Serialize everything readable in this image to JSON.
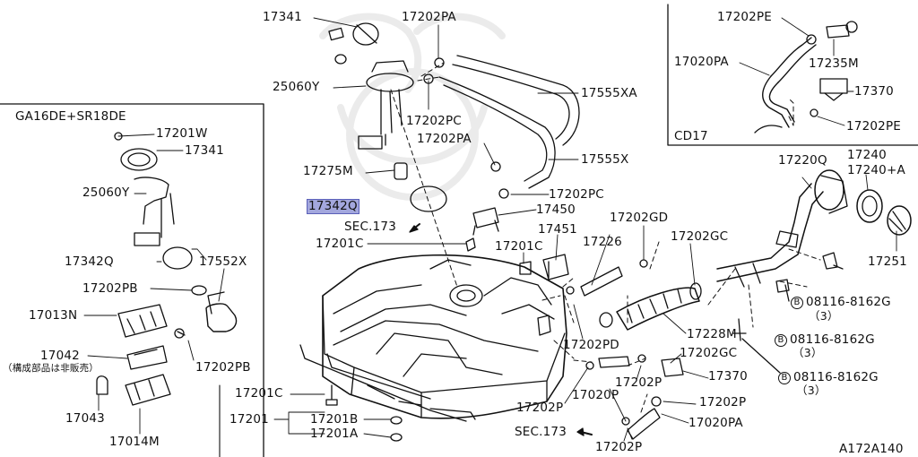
{
  "left_box": {
    "title": "GA16DE+SR18DE",
    "parts": {
      "p17201W": "17201W",
      "p17341": "17341",
      "p25060Y": "25060Y",
      "p17342Q": "17342Q",
      "p17552X": "17552X",
      "p17202PB_a": "17202PB",
      "p17013N": "17013N",
      "p17042": "17042",
      "note": "（構成部品は非販売）",
      "p17202PB_b": "17202PB",
      "p17043": "17043",
      "p17014M": "17014M"
    }
  },
  "right_box": {
    "title": "CD17",
    "parts": {
      "p17202PE_a": "17202PE",
      "p17020PA": "17020PA",
      "p17235M": "17235M",
      "p17370": "17370",
      "p17202PE_b": "17202PE"
    }
  },
  "main": {
    "p17341": "17341",
    "p17202PA_top": "17202PA",
    "p25060Y": "25060Y",
    "p17555XA": "17555XA",
    "p17202PC_a": "17202PC",
    "p17202PA_mid": "17202PA",
    "p17555X": "17555X",
    "p17275M": "17275M",
    "p17202PC_b": "17202PC",
    "p17342Q": "17342Q",
    "p17450": "17450",
    "sec173_a": "SEC.173",
    "p17202GD": "17202GD",
    "p17201C_a": "17201C",
    "p17451": "17451",
    "p17201C_b": "17201C",
    "p17226": "17226",
    "p17202GC_a": "17202GC",
    "p17220Q": "17220Q",
    "p17240": "17240",
    "p17240A": "17240+A",
    "p17251": "17251",
    "bolt_1": "08116-8162G",
    "bolt_1_qty": "（3）",
    "bolt_2": "08116-8162G",
    "bolt_2_qty": "（3）",
    "bolt_3": "08116-8162G",
    "bolt_3_qty": "（3）",
    "bolt_mark": "B",
    "p17228M": "17228M",
    "p17202PD": "17202PD",
    "p17202GC_b": "17202GC",
    "p17370": "17370",
    "p17202P_a": "17202P",
    "p17020P": "17020P",
    "p17202P_b": "17202P",
    "p17202P_c": "17202P",
    "p17020PA": "17020PA",
    "sec173_b": "SEC.173",
    "p17202P_d": "17202P",
    "p17201C_c": "17201C",
    "p17201": "17201",
    "p17201B": "17201B",
    "p17201A": "17201A",
    "ref": "A172A140"
  }
}
